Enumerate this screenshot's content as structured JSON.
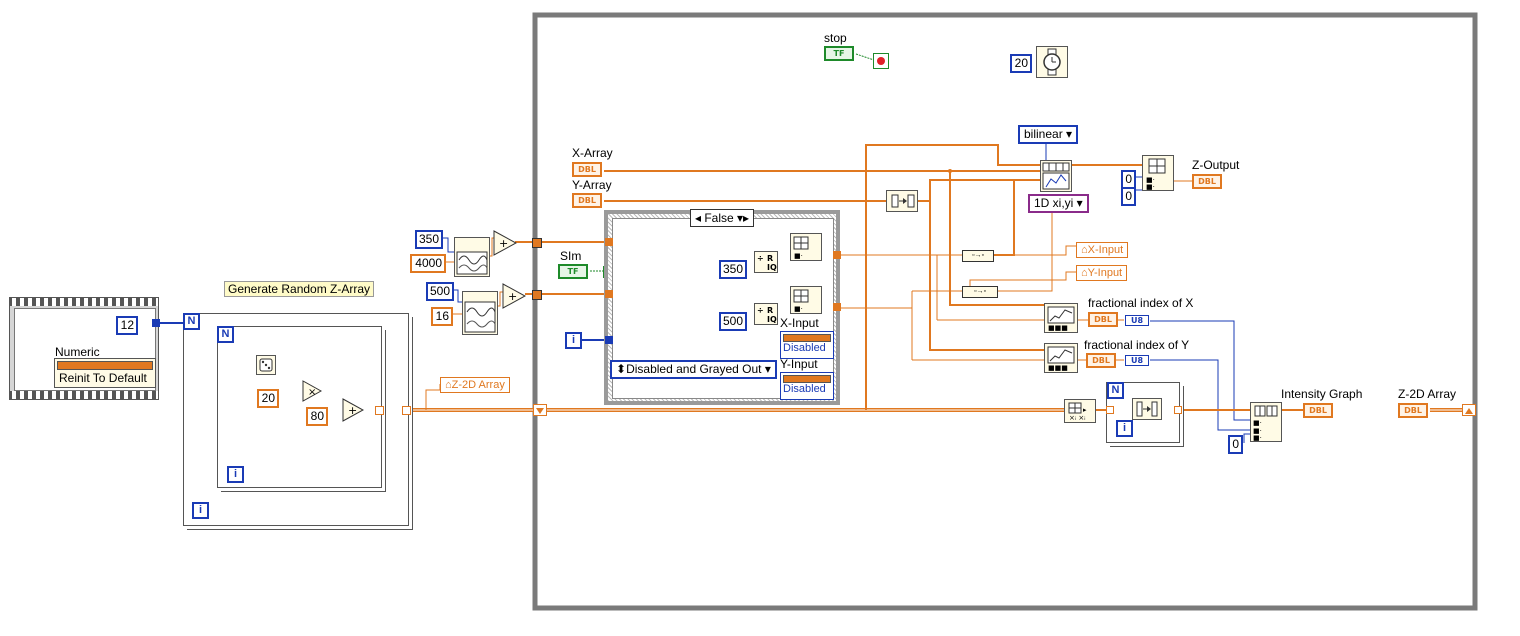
{
  "colors": {
    "dbl_wire": "#e07820",
    "int_wire": "#1a3bb5",
    "bool_wire": "#1e8a2a",
    "structure": "#7a7a7a"
  },
  "left_loop": {
    "n_value": "12",
    "numeric_label": "Numeric",
    "reinit_label": "Reinit To Default"
  },
  "generate_label": "Generate Random Z-Array",
  "random_constants": {
    "c20": "20",
    "c80": "80"
  },
  "z2d_local_label": "Z-2D Array",
  "wait_constant": "20",
  "stop_label": "stop",
  "x_array_label": "X-Array",
  "y_array_label": "Y-Array",
  "sine1": {
    "c350": "350",
    "c4000": "4000"
  },
  "sine2": {
    "c500": "500",
    "c16": "16"
  },
  "sim_label": "SIm",
  "case_selector": "False",
  "case_constants": {
    "c350": "350",
    "c500": "500"
  },
  "x_input_prop_label": "X-Input",
  "y_input_prop_label": "Y-Input",
  "disabled_value": "Disabled",
  "disabled_grayed_value": "Disabled and Grayed Out",
  "interp_method": "bilinear",
  "interp_mode": "1D xi,yi",
  "z_output_label": "Z-Output",
  "index_constants": {
    "zero1": "0",
    "zero2": "0",
    "zero3": "0"
  },
  "x_input_local": "X-Input",
  "y_input_local": "Y-Input",
  "frac_x_label": "fractional index of X",
  "frac_y_label": "fractional index of Y",
  "intensity_label": "Intensity Graph",
  "z2d_right_label": "Z-2D Array",
  "terminals": {
    "dbl": "DBL",
    "u8": "U8",
    "tf": "TF"
  },
  "loop_symbols": {
    "n": "N",
    "i": "i"
  }
}
